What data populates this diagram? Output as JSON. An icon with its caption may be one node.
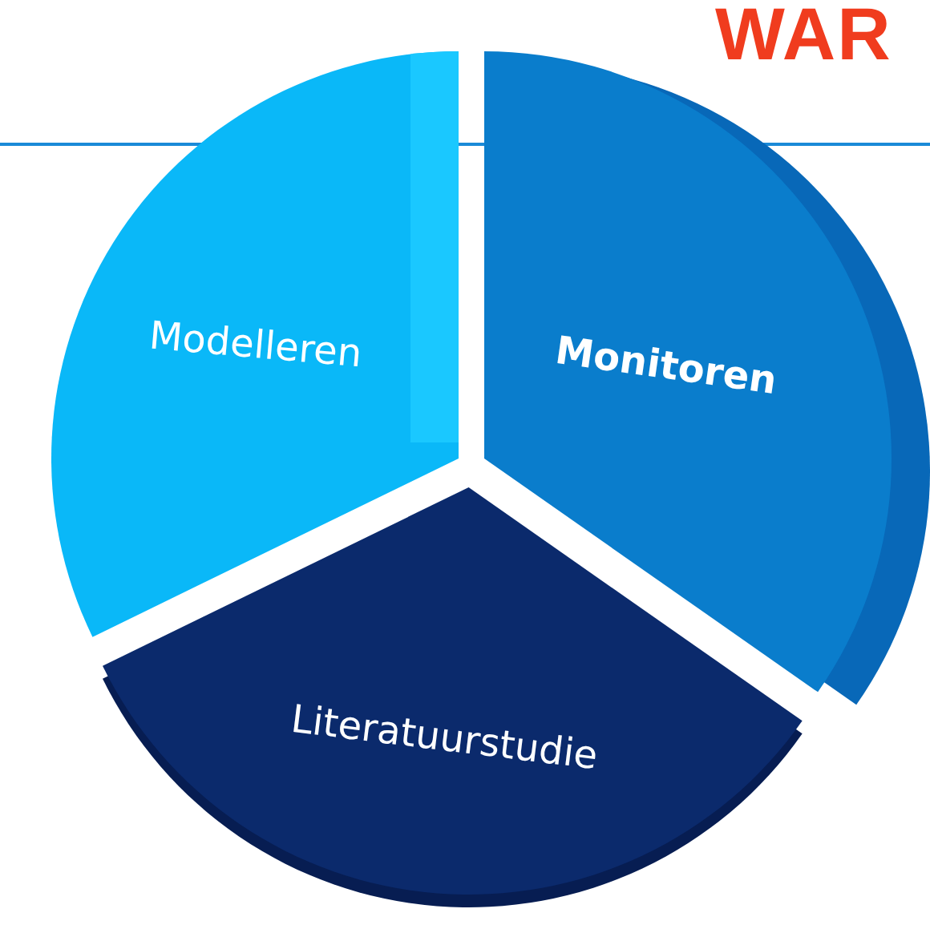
{
  "diagram": {
    "title": "WAR",
    "nodes": [
      {
        "text": [
          "Modelleren"
        ]
      },
      {
        "text": [
          "Monitoren"
        ]
      },
      {
        "text": [
          "Literatuurstudie"
        ]
      }
    ]
  }
}
